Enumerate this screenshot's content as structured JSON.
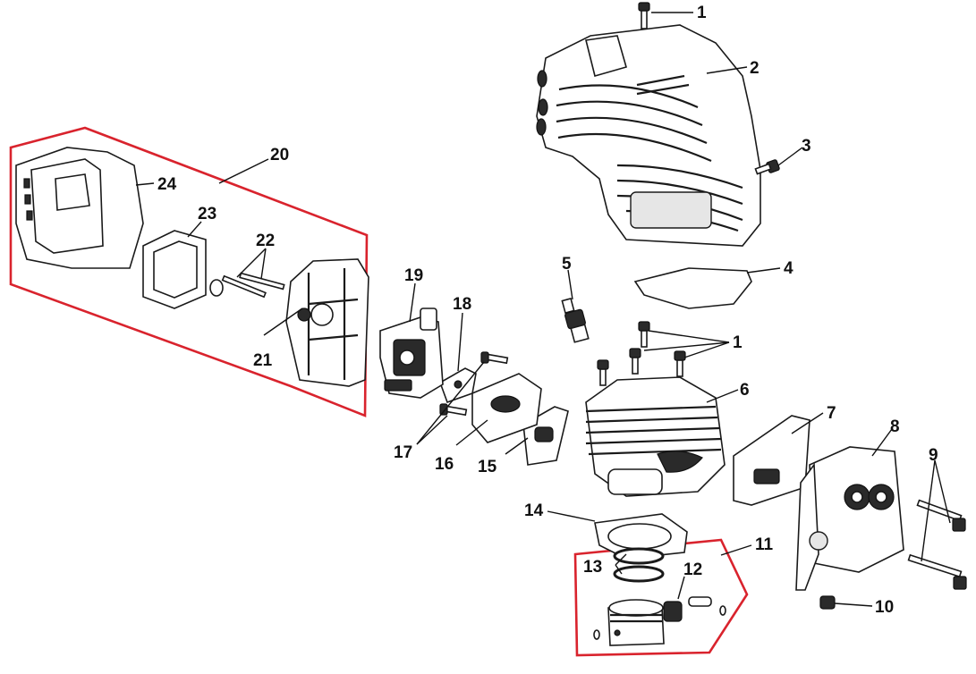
{
  "diagram": {
    "highlight_color": "#d9232d",
    "ink_color": "#111111",
    "labels": {
      "p1_top": "1",
      "p2": "2",
      "p3": "3",
      "p4": "4",
      "p5": "5",
      "p1_mid": "1",
      "p6": "6",
      "p7": "7",
      "p8": "8",
      "p9": "9",
      "p10": "10",
      "p11": "11",
      "p12": "12",
      "p13": "13",
      "p14": "14",
      "p15": "15",
      "p16": "16",
      "p17": "17",
      "p18": "18",
      "p19": "19",
      "p20": "20",
      "p21": "21",
      "p22": "22",
      "p23": "23",
      "p24": "24"
    }
  }
}
